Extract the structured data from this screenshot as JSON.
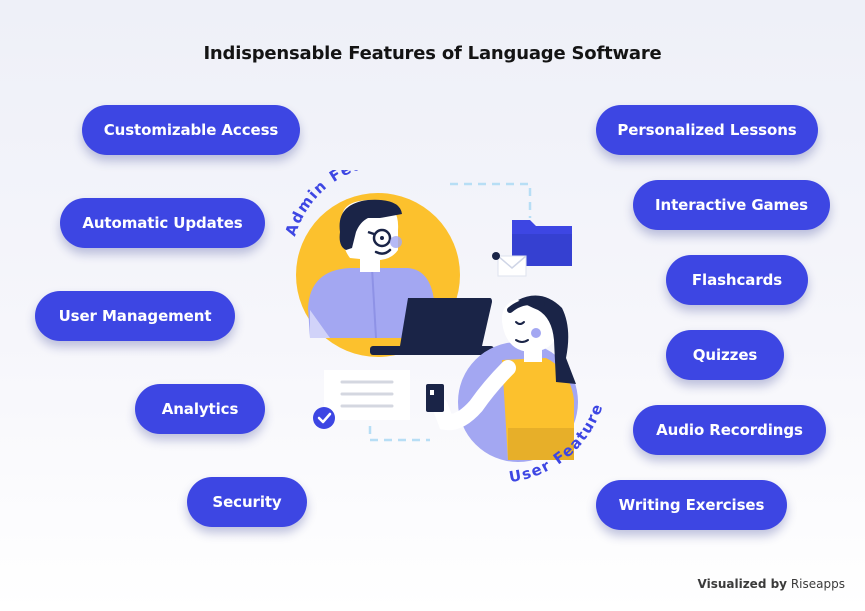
{
  "title": "Indispensable Features of Language Software",
  "admin_label": "Admin Features",
  "user_label": "User Features",
  "admin_features": [
    "Customizable Access",
    "Automatic Updates",
    "User Management",
    "Analytics",
    "Security"
  ],
  "user_features": [
    "Personalized Lessons",
    "Interactive Games",
    "Flashcards",
    "Quizzes",
    "Audio Recordings",
    "Writing Exercises"
  ],
  "footer": {
    "prefix": "Visualized by",
    "brand": "Riseapps"
  },
  "colors": {
    "pill": "#3d46e3",
    "accent_yellow": "#fcc12d",
    "lavender": "#a3a7f2",
    "navy": "#1a2447"
  }
}
